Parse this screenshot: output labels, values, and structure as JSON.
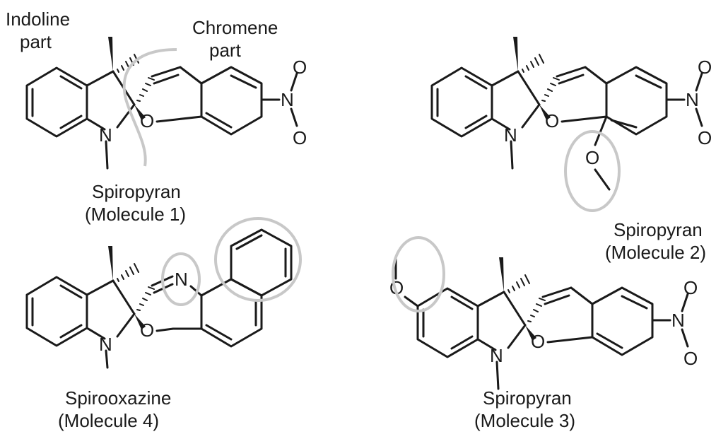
{
  "annotations": {
    "indoline_l1": "Indoline",
    "indoline_l2": "part",
    "chromene_l1": "Chromene",
    "chromene_l2": "part"
  },
  "atoms": {
    "N": "N",
    "O": "O"
  },
  "molecules": [
    {
      "id": "m1",
      "name": "Spiropyran",
      "caption": "(Molecule 1)"
    },
    {
      "id": "m2",
      "name": "Spiropyran",
      "caption": "(Molecule 2)"
    },
    {
      "id": "m3",
      "name": "Spiropyran",
      "caption": "(Molecule 3)"
    },
    {
      "id": "m4",
      "name": "Spirooxazine",
      "caption": "(Molecule 4)"
    }
  ],
  "colors": {
    "bond": "#1a1a1a",
    "highlight": "#c8c8c8"
  }
}
